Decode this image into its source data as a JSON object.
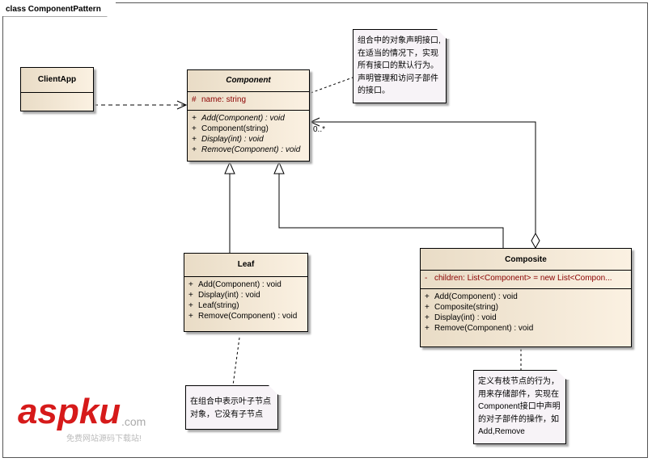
{
  "diagram": {
    "title": "class ComponentPattern"
  },
  "classes": {
    "client": {
      "name": "ClientApp"
    },
    "component": {
      "name": "Component",
      "attributes": [
        {
          "vis": "#",
          "text": "name:  string"
        }
      ],
      "methods": [
        {
          "vis": "+",
          "text": "Add(Component) : void"
        },
        {
          "vis": "+",
          "text": "Component(string)"
        },
        {
          "vis": "+",
          "text": "Display(int) : void"
        },
        {
          "vis": "+",
          "text": "Remove(Component) : void"
        }
      ]
    },
    "leaf": {
      "name": "Leaf",
      "methods": [
        {
          "vis": "+",
          "text": "Add(Component) : void"
        },
        {
          "vis": "+",
          "text": "Display(int) : void"
        },
        {
          "vis": "+",
          "text": "Leaf(string)"
        },
        {
          "vis": "+",
          "text": "Remove(Component) : void"
        }
      ]
    },
    "composite": {
      "name": "Composite",
      "attributes": [
        {
          "vis": "-",
          "text": "children:  List<Component> = new List<Compon..."
        }
      ],
      "methods": [
        {
          "vis": "+",
          "text": "Add(Component) : void"
        },
        {
          "vis": "+",
          "text": "Composite(string)"
        },
        {
          "vis": "+",
          "text": "Display(int) : void"
        },
        {
          "vis": "+",
          "text": "Remove(Component) : void"
        }
      ]
    }
  },
  "multiplicity": "0..*",
  "notes": {
    "component": "组合中的对象声明接口,在适当的情况下，实现所有接口的默认行为。声明管理和访问子部件的接口。",
    "leaf": "在组合中表示叶子节点对象，它没有子节点",
    "composite": "定义有枝节点的行为，用来存储部件，实现在Component接口中声明的对子部件的操作，如Add,Remove"
  },
  "watermark": {
    "brand": "aspku",
    "suffix": ".com",
    "tagline": "免费网站源码下载站!"
  }
}
